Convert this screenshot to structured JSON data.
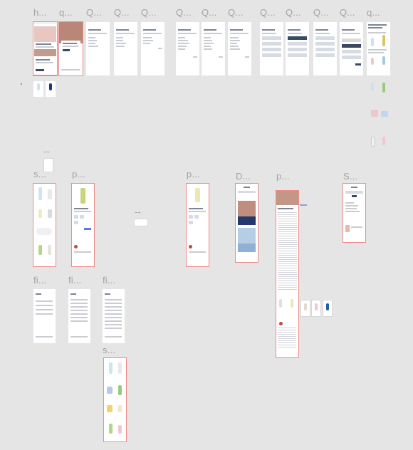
{
  "canvas": {
    "background": "#e5e5e5",
    "accent": "#f08a8a"
  },
  "labels": {
    "h": "h...",
    "q": "q...",
    "Q1": "Q...",
    "Q2": "Q...",
    "Q3": "Q...",
    "Q4": "Q...",
    "Q5": "Q...",
    "Q6": "Q...",
    "Q7": "Q...",
    "Q8": "Q...",
    "Q9": "Q...",
    "Q10": "Q...",
    "q2": "q...",
    "dash1": "--",
    "s1": "s...",
    "p1": "p...",
    "dash2": "--",
    "p2": "p...",
    "D": "D...",
    "p3": "p...",
    "S": "S...",
    "f1": "fi...",
    "f2": "fi...",
    "f3": "fi...",
    "s2": "s..."
  },
  "frames": {
    "question_title": "QUESTION 1 OF 4",
    "quiz_result_title": "Your Personalized Skincare Routine",
    "hero_title": "Build a Custom Skincare Routine",
    "blog_title": "Blog",
    "search_title": "Search"
  }
}
